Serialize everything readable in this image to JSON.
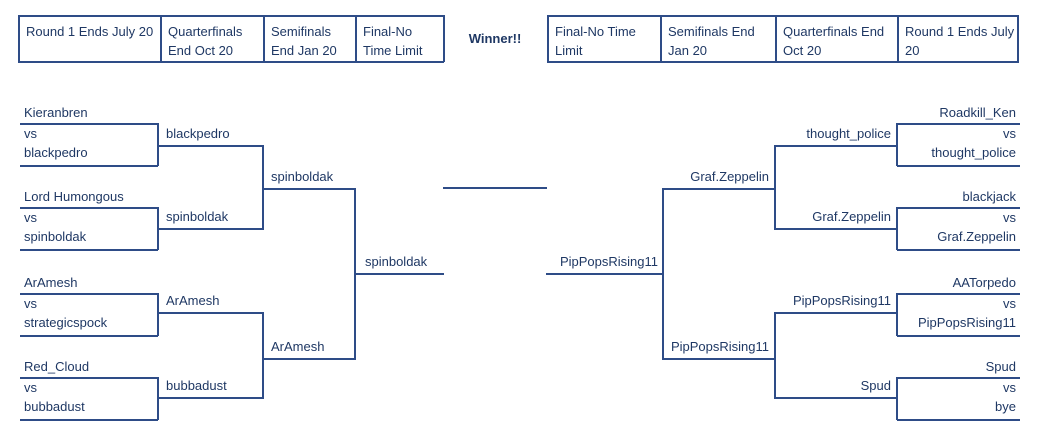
{
  "colors": {
    "text": "#1F3864",
    "line": "#2E4C87",
    "background": "#FFFFFF"
  },
  "header": {
    "winner_label": "Winner!!",
    "left_columns": [
      {
        "line1": "Round 1 Ends July 20",
        "line2": ""
      },
      {
        "line1": "Quarterfinals",
        "line2": "End Oct 20"
      },
      {
        "line1": "Semifinals",
        "line2": "End Jan 20"
      },
      {
        "line1": "Final-No",
        "line2": "Time Limit"
      }
    ],
    "right_columns": [
      {
        "line1": "Final-No Time",
        "line2": "Limit"
      },
      {
        "line1": "Semifinals End",
        "line2": "Jan 20"
      },
      {
        "line1": "Quarterfinals End",
        "line2": "Oct 20"
      },
      {
        "line1": "Round 1 Ends July",
        "line2": "20"
      }
    ]
  },
  "bracket": {
    "left": {
      "round1_matches": [
        {
          "player1": "Kieranbren",
          "separator": "vs",
          "player2": "blackpedro"
        },
        {
          "player1": "Lord Humongous",
          "separator": "vs",
          "player2": "spinboldak"
        },
        {
          "player1": "ArAmesh",
          "separator": "vs",
          "player2": "strategicspock"
        },
        {
          "player1": "Red_Cloud",
          "separator": "vs",
          "player2": "bubbadust"
        }
      ],
      "quarterfinal_winners": [
        "blackpedro",
        "spinboldak",
        "ArAmesh",
        "bubbadust"
      ],
      "semifinal_winners": [
        "spinboldak",
        "ArAmesh"
      ],
      "finalist": "spinboldak"
    },
    "right": {
      "round1_matches": [
        {
          "player1": "Roadkill_Ken",
          "separator": "vs",
          "player2": "thought_police"
        },
        {
          "player1": "blackjack",
          "separator": "vs",
          "player2": "Graf.Zeppelin"
        },
        {
          "player1": "AATorpedo",
          "separator": "vs",
          "player2": "PipPopsRising11"
        },
        {
          "player1": "Spud",
          "separator": "vs",
          "player2": "bye"
        }
      ],
      "quarterfinal_winners": [
        "thought_police",
        "Graf.Zeppelin",
        "PipPopsRising11",
        "Spud"
      ],
      "semifinal_winners": [
        "Graf.Zeppelin",
        "PipPopsRising11"
      ],
      "finalist": "PipPopsRising11"
    },
    "champion": ""
  }
}
